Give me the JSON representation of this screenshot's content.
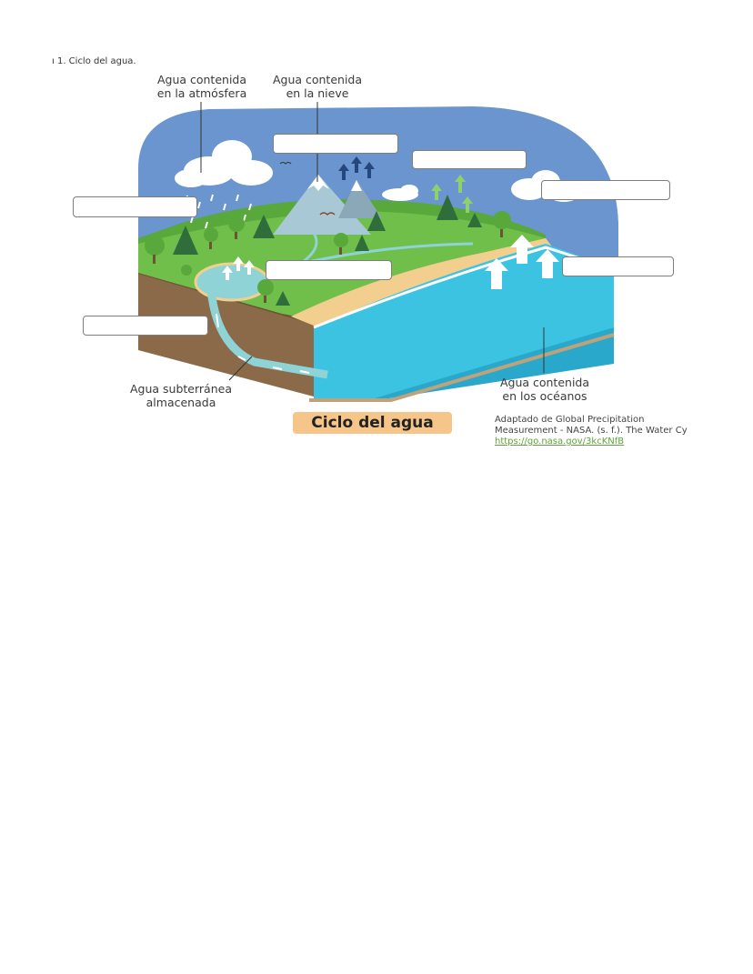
{
  "caption": "ı 1. Ciclo del agua.",
  "labels": {
    "atmosphere": [
      "Agua contenida",
      "en la atmósfera"
    ],
    "snow": [
      "Agua contenida",
      "en la nieve"
    ],
    "groundwater": [
      "Agua subterránea",
      "almacenada"
    ],
    "oceans": [
      "Agua contenida",
      "en los océanos"
    ]
  },
  "title": "Ciclo del agua",
  "credit": {
    "line1": "Adaptado de Global Precipitation",
    "line2": "Measurement - NASA. (s. f.). The Water Cy",
    "link": "https://go.nasa.gov/3kcKNfB"
  },
  "answer_boxes": [
    "",
    "",
    "",
    "",
    "",
    "",
    ""
  ],
  "colors": {
    "sky": "#6a95cf",
    "ground": "#8a6a48",
    "grass": "#6fbf4a",
    "ocean": "#3cc3e2",
    "sand": "#f2cf8e",
    "title_pill": "#f6c58a"
  }
}
